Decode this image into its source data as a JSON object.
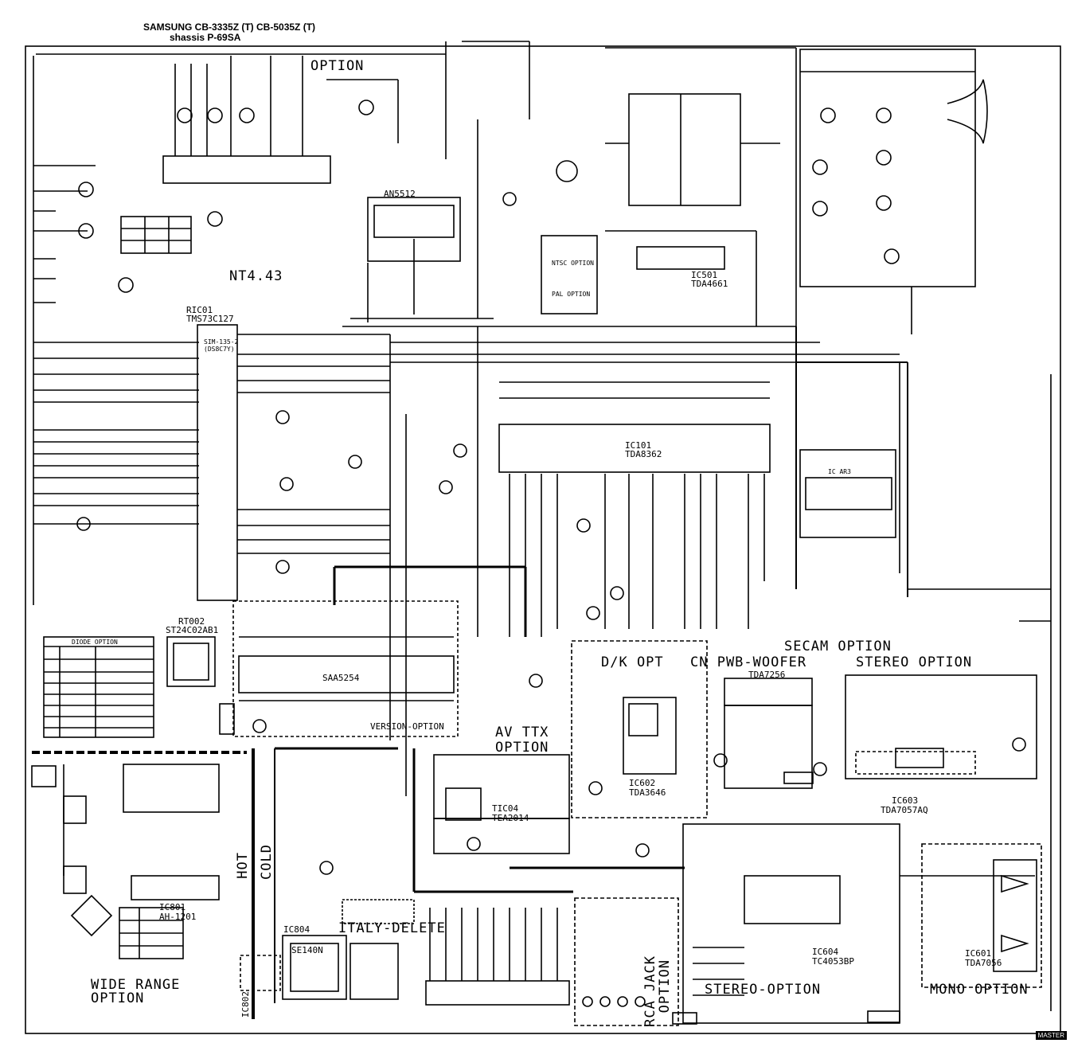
{
  "header": {
    "model_line": "SAMSUNG CB-3335Z (T) CB-5035Z (T)",
    "chassis_line": "shassis P-69SA"
  },
  "blocks": {
    "option_top": "OPTION",
    "an5512": "AN5512",
    "nt443": "NT4.43",
    "ric01": "RIC01",
    "tms": "TMS73C127",
    "sim": "SIM-135-2",
    "sim_sub": "(DS8C7Y)",
    "ic501": "IC501",
    "tda4661": "TDA4661",
    "ic101": "IC101",
    "tda8362": "TDA8362",
    "ic_secam": "IC AR3",
    "rt002": "RT002",
    "st24c02": "ST24C02AB1",
    "diode_option": "DIODE OPTION",
    "saa5254": "SAA5254",
    "version_option": "VERSION-OPTION",
    "secam_option": "SECAM OPTION",
    "dk_opt": "D/K OPT",
    "cn_woofer": "CN PWB-WOOFER",
    "stereo_option_top": "STEREO OPTION",
    "tda7256": "TDA7256",
    "av_ttx": "AV TTX",
    "av_ttx_option": "OPTION",
    "ic602": "IC602",
    "tda3646": "TDA3646",
    "ic603": "IC603",
    "tda7057aq": "TDA7057AQ",
    "tic04": "TIC04",
    "tea2014": "TEA2014",
    "ic801": "IC801",
    "ah1201": "AH-1201",
    "ic804": "IC804",
    "se140n": "SE140N",
    "ic802": "IC802",
    "italy_delete": "ITALY-DELETE",
    "hot": "HOT",
    "cold": "COLD",
    "wide_range": "WIDE RANGE",
    "wide_range_option": "OPTION",
    "rca_jack": "RCA JACK",
    "rca_option": "OPTION",
    "stereo_option_bottom": "STEREO-OPTION",
    "ic604": "IC604",
    "tc4053": "TC4053BP",
    "ic601": "IC601",
    "tda7056": "TDA7056",
    "mono_option": "MONO OPTION",
    "ntsc_option": "NTSC OPTION",
    "pal_option": "PAL OPTION",
    "master": "MASTER"
  },
  "colors": {
    "ink": "#000000",
    "paper": "#ffffff"
  }
}
